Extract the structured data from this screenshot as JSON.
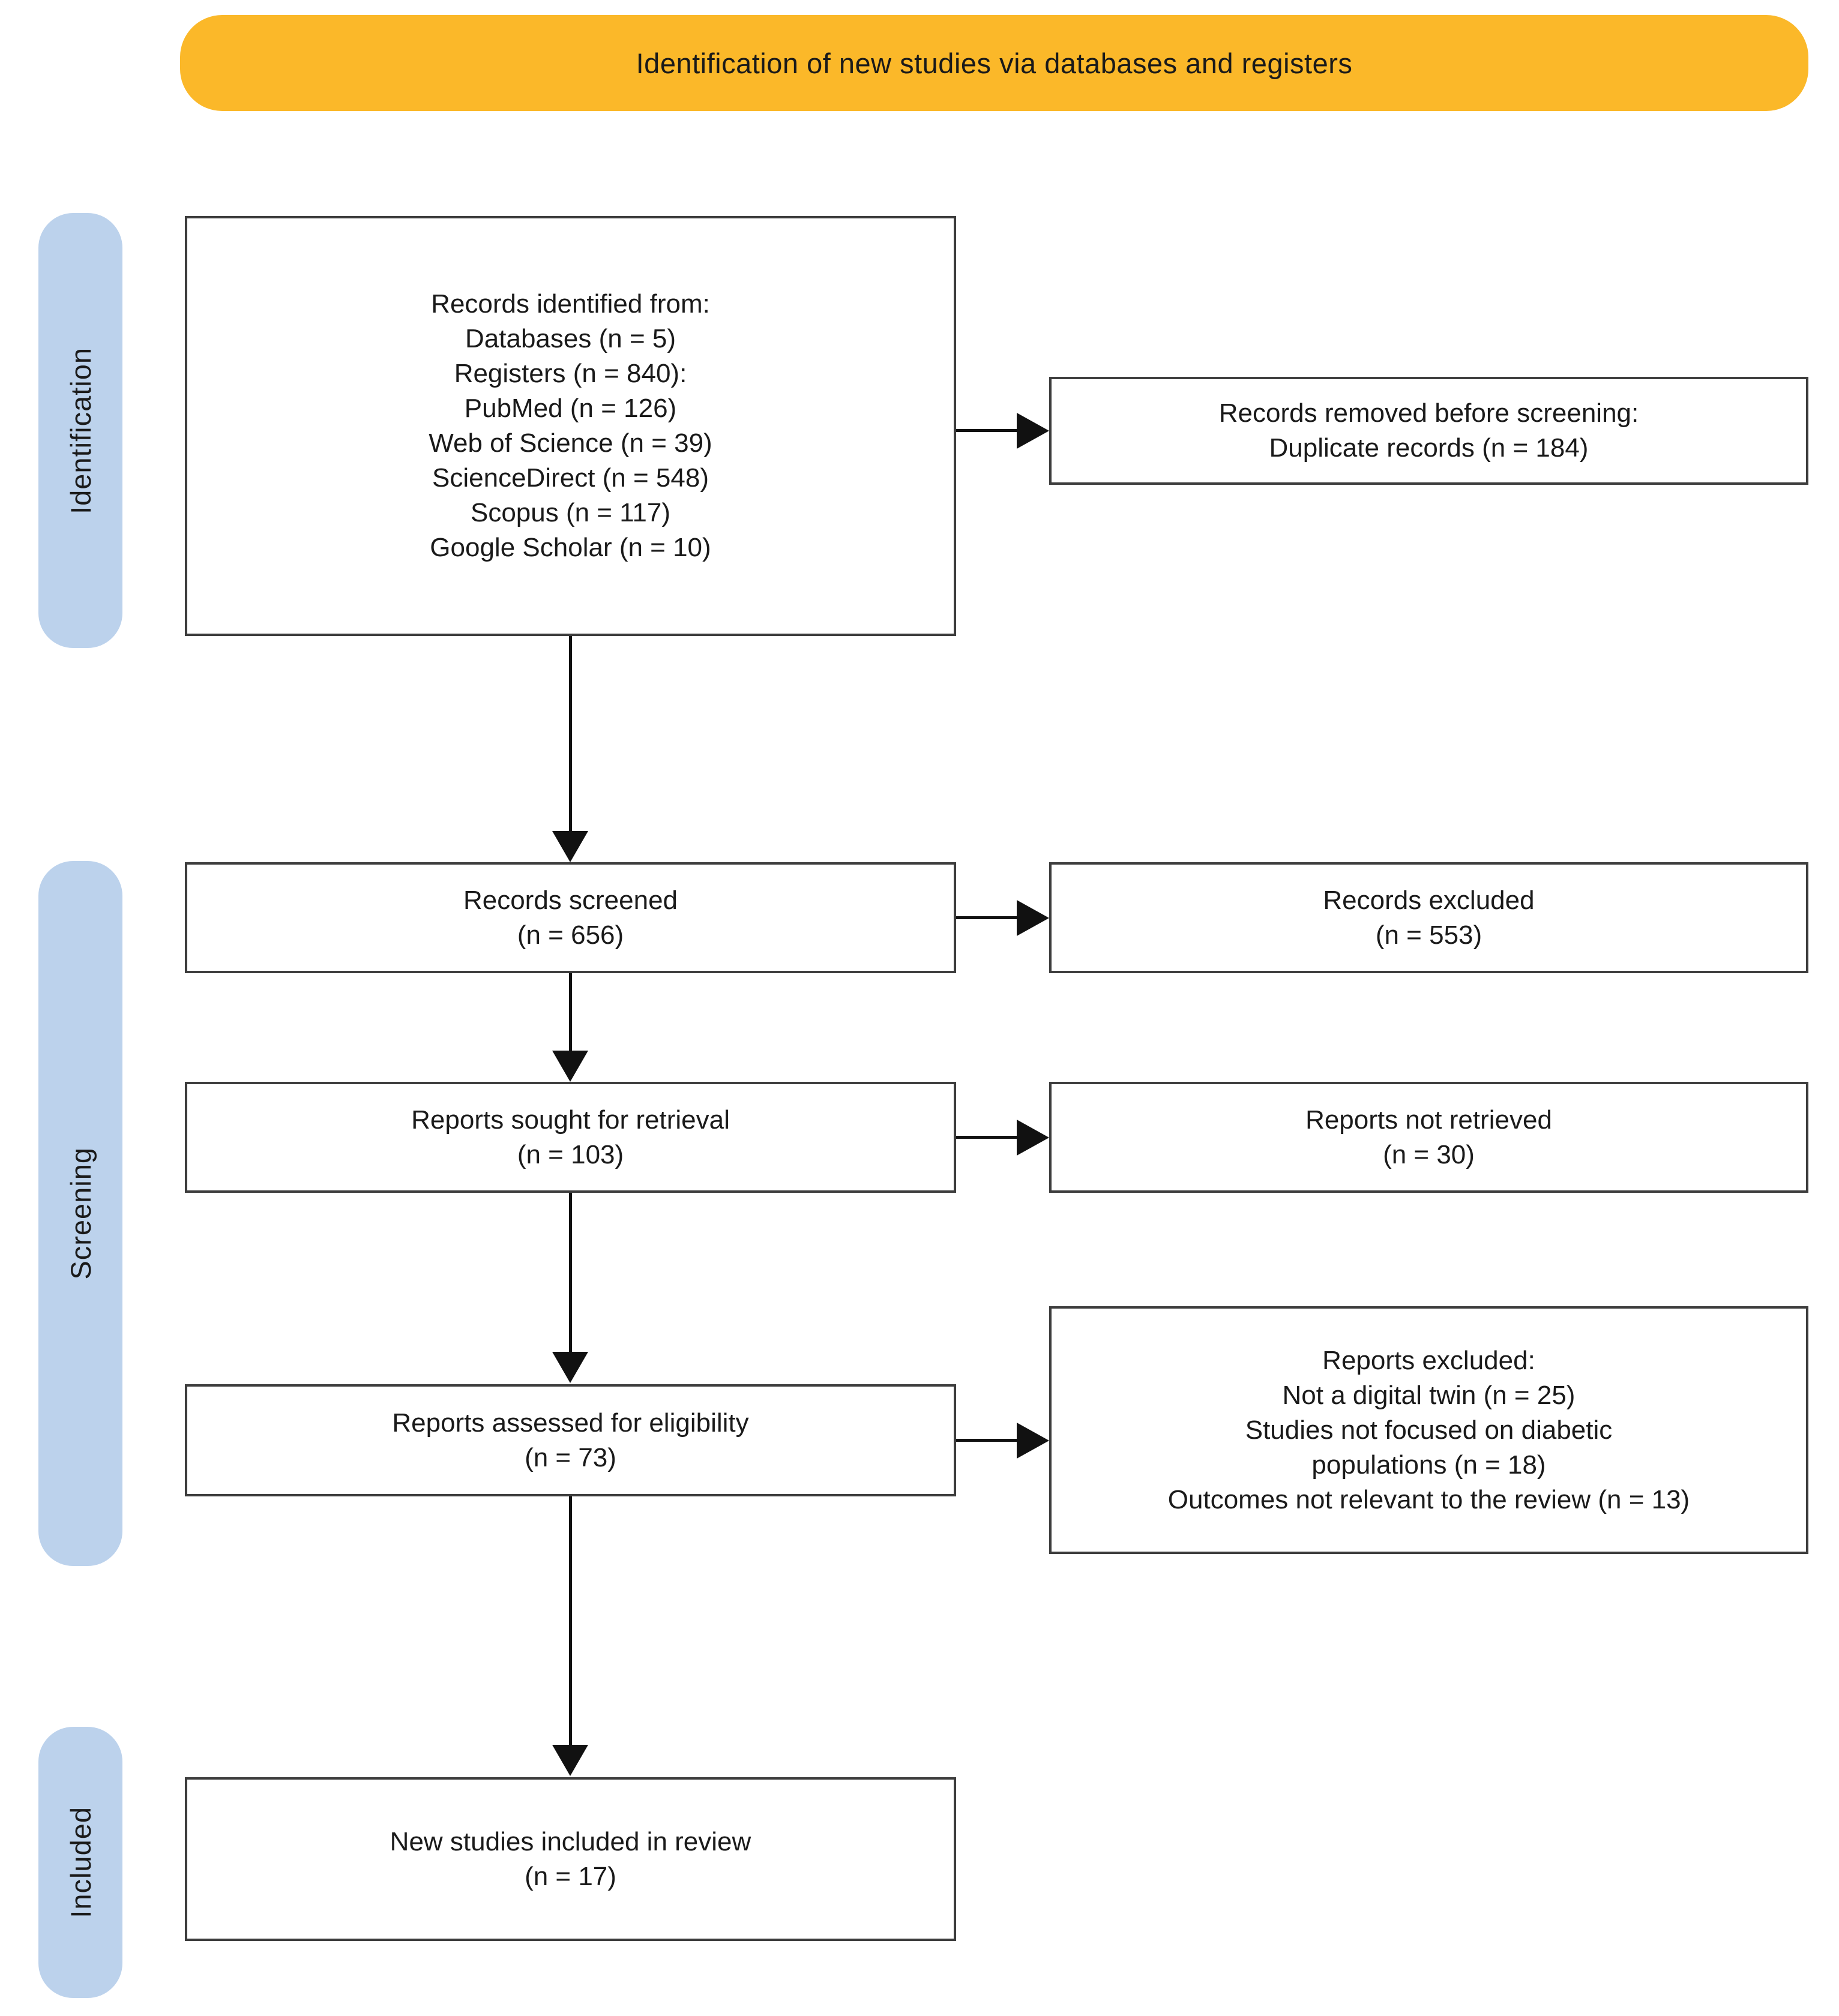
{
  "banner": {
    "label": "Identification of new studies via databases and registers"
  },
  "sidebar": {
    "identification": "Identification",
    "screening": "Screening",
    "included": "Included"
  },
  "boxes": {
    "records_identified": {
      "lines": [
        "Records identified from:",
        "Databases (n = 5)",
        "Registers (n = 840):",
        "PubMed (n = 126)",
        "Web of Science (n = 39)",
        "ScienceDirect (n = 548)",
        "Scopus (n = 117)",
        "Google Scholar (n = 10)"
      ]
    },
    "records_removed": {
      "lines": [
        "Records removed before screening:",
        "Duplicate records (n = 184)"
      ]
    },
    "records_screened": {
      "lines": [
        "Records screened",
        "(n = 656)"
      ]
    },
    "records_excluded": {
      "lines": [
        "Records excluded",
        "(n = 553)"
      ]
    },
    "reports_sought": {
      "lines": [
        "Reports sought for retrieval",
        "(n = 103)"
      ]
    },
    "reports_not_retrieved": {
      "lines": [
        "Reports not retrieved",
        "(n = 30)"
      ]
    },
    "reports_assessed": {
      "lines": [
        "Reports assessed for eligibility",
        "(n = 73)"
      ]
    },
    "reports_excluded": {
      "lines": [
        "Reports excluded:",
        "Not a digital twin (n = 25)",
        "Studies not focused on diabetic",
        "populations (n = 18)",
        "Outcomes not relevant to the review (n = 13)"
      ]
    },
    "new_studies_included": {
      "lines": [
        "New studies included in review",
        "(n = 17)"
      ]
    }
  },
  "colors": {
    "banner-bg": "#fbb829",
    "sidebar-bg": "#bcd2ec",
    "box-border": "#3d3d3d",
    "ink": "#1a1a1a",
    "arrow": "#111111"
  }
}
